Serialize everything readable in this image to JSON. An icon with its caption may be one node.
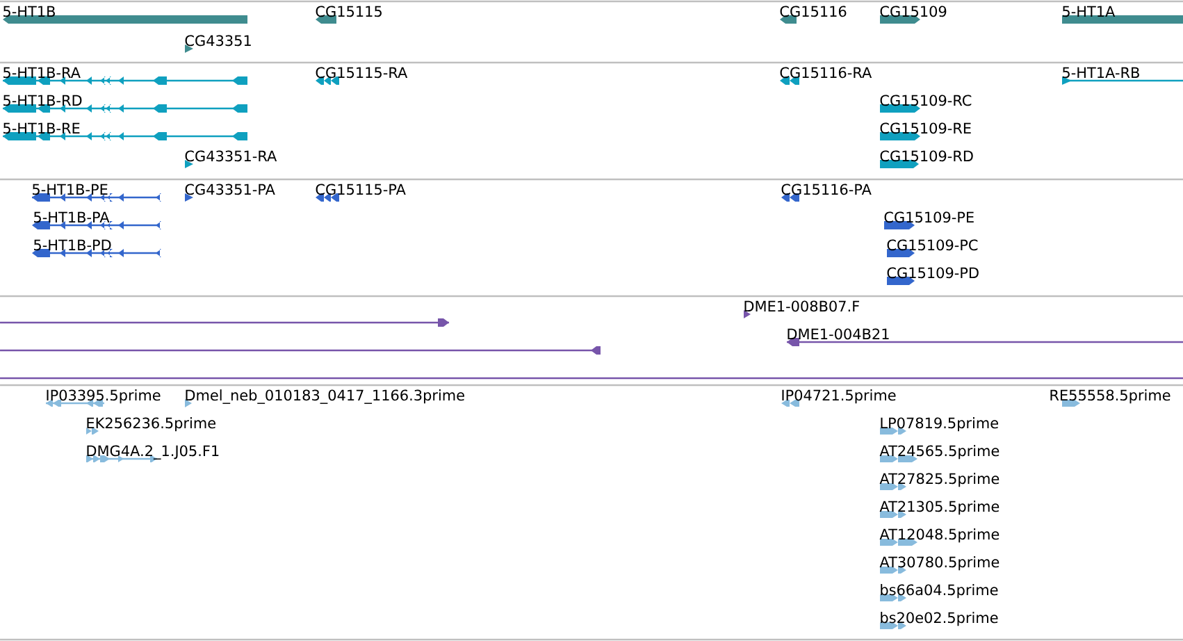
{
  "diagram": {
    "labels": [
      "5-HT1B",
      "CG15115",
      "CG15116",
      "CG15109",
      "5-HT1A",
      "CG43351",
      "5-HT1B-RA",
      "CG15115-RA",
      "CG15116-RA",
      "5-HT1A-RB",
      "5-HT1B-RD",
      "CG15109-RC",
      "5-HT1B-RE",
      "CG15109-RE",
      "CG43351-RA",
      "CG15109-RD",
      "5-HT1B-PE",
      "CG43351-PA",
      "CG15115-PA",
      "CG15116-PA",
      "5-HT1B-PA",
      "CG15109-PE",
      "5-HT1B-PD",
      "CG15109-PC",
      "CG15109-PD",
      "DME1-008B07.F",
      "DME1-004B21",
      "IP03395.5prime",
      "Dmel_neb_010183_0417_1166.3prime",
      "IP04721.5prime",
      "RE55558.5prime",
      "EK256236.5prime",
      "LP07819.5prime",
      "DMG4A.2_1.J05.F1",
      "AT24565.5prime",
      "AT27825.5prime",
      "AT21305.5prime",
      "AT12048.5prime",
      "AT30780.5prime",
      "bs66a04.5prime",
      "bs20e02.5prime"
    ]
  }
}
